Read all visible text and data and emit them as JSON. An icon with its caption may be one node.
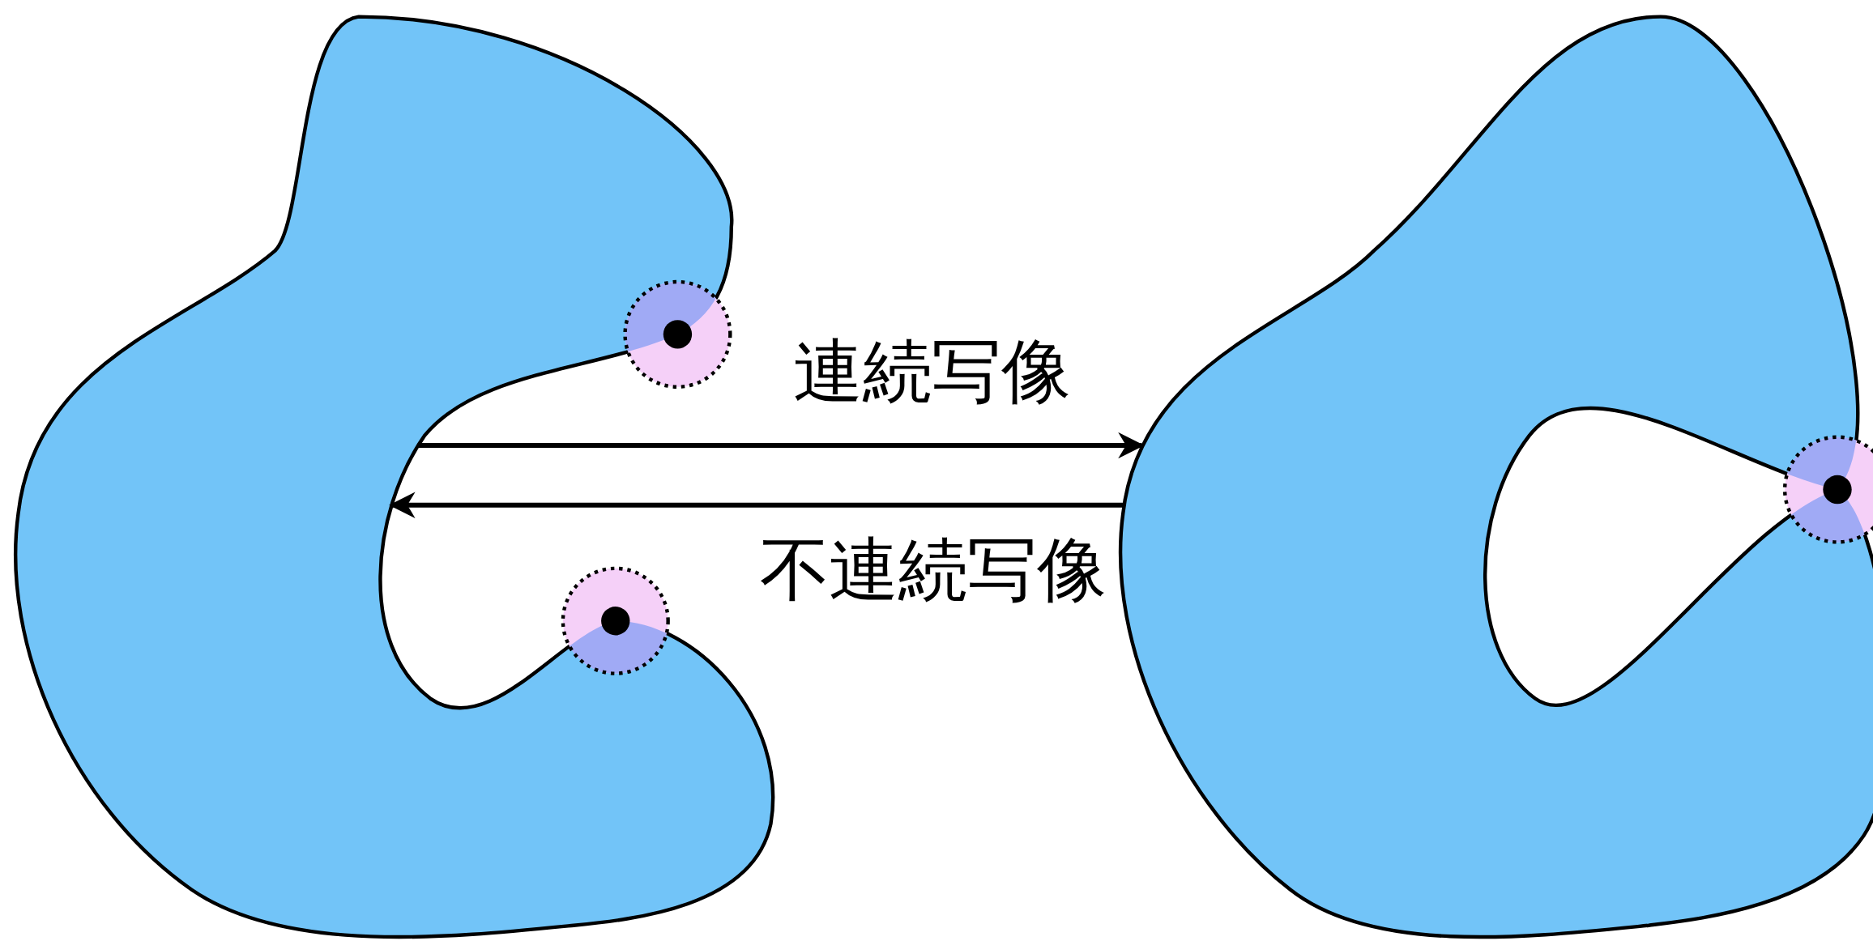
{
  "diagram": {
    "nodes": [
      {
        "text": [],
        "shape": "blob"
      },
      {
        "text": [],
        "shape": "blob"
      }
    ],
    "edges": [
      {
        "from": 0,
        "to": 1,
        "arrow": "to",
        "label": "連続写像"
      },
      {
        "from": 1,
        "to": 0,
        "arrow": "to",
        "label": "不連続写像"
      }
    ]
  }
}
